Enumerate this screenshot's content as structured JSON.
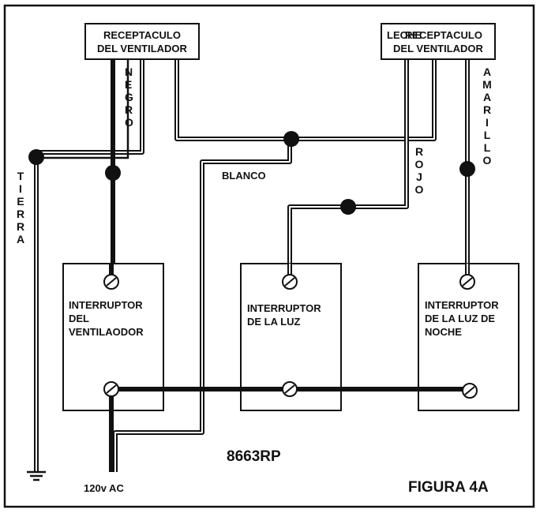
{
  "figure": {
    "title": "FIGURA 4A",
    "model": "8663RP",
    "supply_label": "120v AC"
  },
  "receptacles": {
    "left": {
      "line1": "RECEPTACULO",
      "line2": "DEL VENTILADOR"
    },
    "right": {
      "line1": "RECEPTACULO",
      "line2": "DEL VENTILADOR",
      "overlap_text": "LECHE"
    }
  },
  "wires": {
    "negro": "NEGRO",
    "tierra": "TIERRA",
    "blanco": "BLANCO",
    "rojo": "ROJO",
    "amarillo": "AMARILLO"
  },
  "switches": {
    "fan": {
      "line1": "INTERRUPTOR",
      "line2": "DEL",
      "line3": "VENTILAODOR"
    },
    "light": {
      "line1": "INTERRUPTOR",
      "line2": "DE LA LUZ"
    },
    "night": {
      "line1": "INTERRUPTOR",
      "line2": "DE LA LUZ DE",
      "line3": "NOCHE"
    }
  }
}
